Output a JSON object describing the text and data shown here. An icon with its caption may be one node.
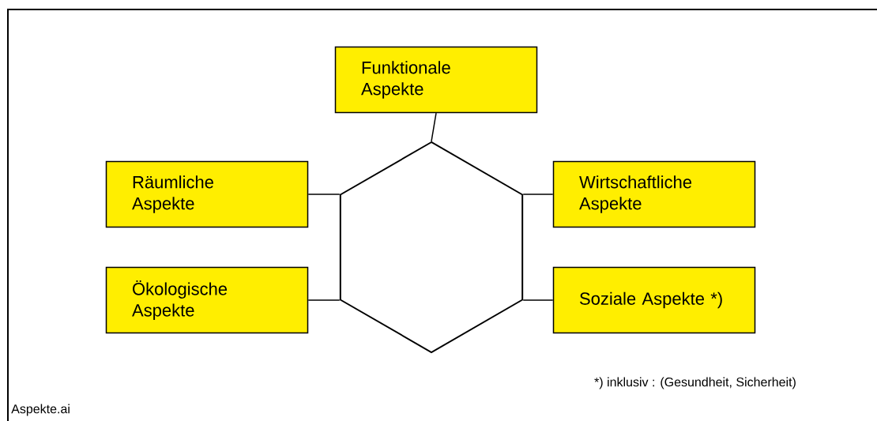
{
  "diagram": {
    "nodes": [
      {
        "text": [
          "Funktionale Aspekte"
        ]
      },
      {
        "text": [
          "Räumliche Aspekte"
        ]
      },
      {
        "text": [
          "Wirtschaftliche Aspekte"
        ]
      },
      {
        "text": [
          "Ökologische Aspekte"
        ]
      },
      {
        "text": [
          "Soziale Aspekte *)"
        ]
      },
      {
        "text": [],
        "shape": "hexagon"
      }
    ],
    "edges": [
      {
        "from": 0,
        "to": 5,
        "arrow": "none"
      },
      {
        "from": 1,
        "to": 5,
        "arrow": "none"
      },
      {
        "from": 2,
        "to": 5,
        "arrow": "none"
      },
      {
        "from": 3,
        "to": 5,
        "arrow": "none"
      },
      {
        "from": 4,
        "to": 5,
        "arrow": "none"
      }
    ],
    "labels": [
      "*) inklusiv : (Gesundheit, Sicherheit)",
      "Aspekte.ai"
    ]
  }
}
